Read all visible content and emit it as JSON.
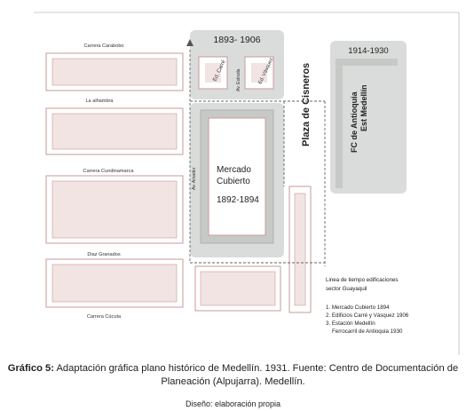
{
  "streets": {
    "carabobo": "Carrera Carabobo",
    "alhambra": "La alhambra",
    "cundinamarca": "Carrera Cundinamarca",
    "diaz_granados": "Diaz Granados",
    "cucuta": "Carrera Cúcuta",
    "av_amador": "Av. Amador",
    "av_estrada": "Av. Estrada"
  },
  "zones": {
    "edificios_period": "1893- 1906",
    "ed_carre": "Ed. Carré",
    "ed_vasquez": "Ed. Vásquez",
    "mercado_line1": "Mercado",
    "mercado_line2": "Cubierto",
    "mercado_period": "1892-1894",
    "plaza": "Plaza de Cisneros",
    "estacion_period": "1914-1930",
    "fc_line1": "FC de Antioquia",
    "fc_line2": "Est Medellín"
  },
  "legend": {
    "title_line1": "Linea de tiempo edificaciones",
    "title_line2": "sector Guayaquil",
    "items": [
      "1. Mercado Cubierto 1894",
      "2. Edificios Carré y Vásquez 1906",
      "3. Estación Medellín",
      "Ferrocarril de Antioquia 1930"
    ]
  },
  "caption": {
    "label": "Gráfico 5:",
    "text": " Adaptación gráfica plano histórico de Medellín. 1931. Fuente: Centro de Documentación de Planeación (Alpujarra). Medellín."
  },
  "credit": "Diseño: elaboración propia",
  "colors": {
    "block_outline": "#c99a9a",
    "block_fill": "#f2e4e2",
    "zone_gray": "#d9dcda",
    "inner_gray": "#c7c9c6",
    "dash": "#666666"
  }
}
